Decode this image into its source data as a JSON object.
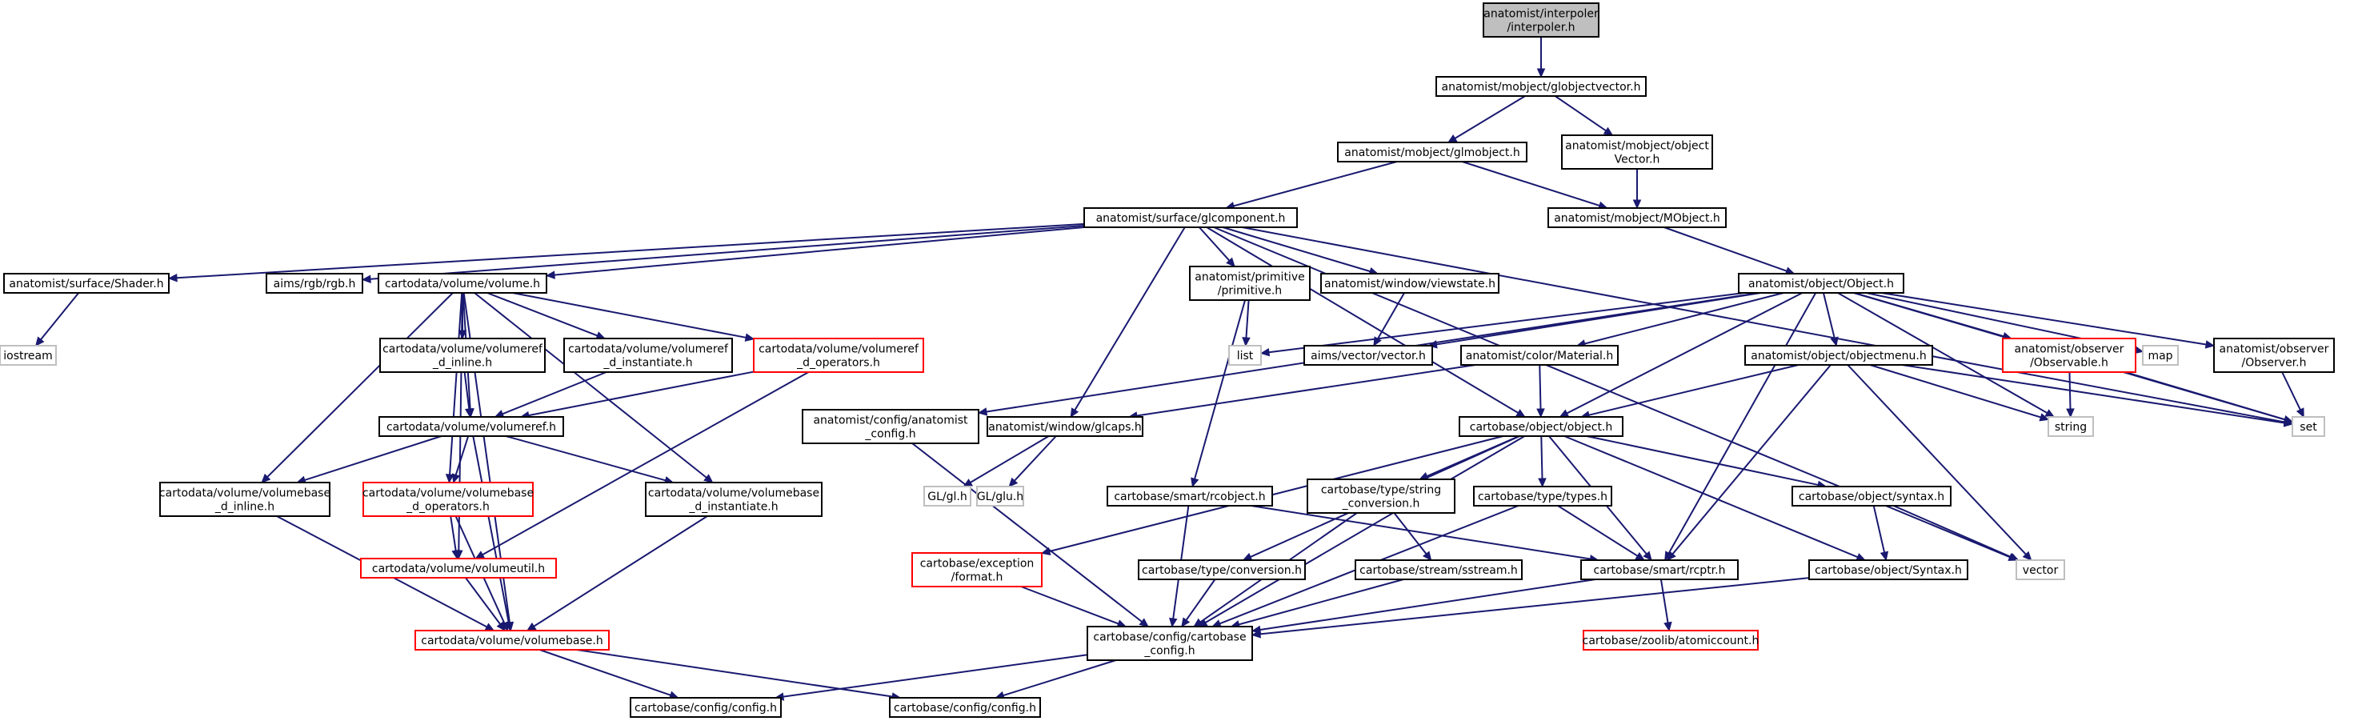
{
  "palette": {
    "edge": "#191970",
    "node_border": "#000000",
    "node_border_red": "#ff0000",
    "node_border_gray": "#bfbfbf",
    "root_fill": "#bfbfbf",
    "node_fill": "#ffffff",
    "text": "#000000"
  },
  "nodes": [
    {
      "id": "interpoler",
      "lines": [
        "anatomist/interpoler",
        "/interpoler.h"
      ],
      "style": "root"
    },
    {
      "id": "globjectvector",
      "lines": [
        "anatomist/mobject/globjectvector.h"
      ],
      "style": "normal"
    },
    {
      "id": "glmobject",
      "lines": [
        "anatomist/mobject/glmobject.h"
      ],
      "style": "normal"
    },
    {
      "id": "objectvector",
      "lines": [
        "anatomist/mobject/object",
        "Vector.h"
      ],
      "style": "normal"
    },
    {
      "id": "glcomponent",
      "lines": [
        "anatomist/surface/glcomponent.h"
      ],
      "style": "normal"
    },
    {
      "id": "mobject",
      "lines": [
        "anatomist/mobject/MObject.h"
      ],
      "style": "normal"
    },
    {
      "id": "shader",
      "lines": [
        "anatomist/surface/Shader.h"
      ],
      "style": "normal"
    },
    {
      "id": "rgb",
      "lines": [
        "aims/rgb/rgb.h"
      ],
      "style": "normal"
    },
    {
      "id": "volume",
      "lines": [
        "cartodata/volume/volume.h"
      ],
      "style": "normal"
    },
    {
      "id": "primitive",
      "lines": [
        "anatomist/primitive",
        "/primitive.h"
      ],
      "style": "normal"
    },
    {
      "id": "viewstate",
      "lines": [
        "anatomist/window/viewstate.h"
      ],
      "style": "normal"
    },
    {
      "id": "object_h",
      "lines": [
        "anatomist/object/Object.h"
      ],
      "style": "normal"
    },
    {
      "id": "iostream",
      "lines": [
        "iostream"
      ],
      "style": "gray"
    },
    {
      "id": "volumeref_inline",
      "lines": [
        "cartodata/volume/volumeref",
        "_d_inline.h"
      ],
      "style": "normal"
    },
    {
      "id": "volumeref_instantiate",
      "lines": [
        "cartodata/volume/volumeref",
        "_d_instantiate.h"
      ],
      "style": "normal"
    },
    {
      "id": "volumeref_operators",
      "lines": [
        "cartodata/volume/volumeref",
        "_d_operators.h"
      ],
      "style": "red"
    },
    {
      "id": "list",
      "lines": [
        "list"
      ],
      "style": "gray"
    },
    {
      "id": "vector_h",
      "lines": [
        "aims/vector/vector.h"
      ],
      "style": "normal"
    },
    {
      "id": "material",
      "lines": [
        "anatomist/color/Material.h"
      ],
      "style": "normal"
    },
    {
      "id": "objectmenu",
      "lines": [
        "anatomist/object/objectmenu.h"
      ],
      "style": "normal"
    },
    {
      "id": "observable",
      "lines": [
        "anatomist/observer",
        "/Observable.h"
      ],
      "style": "red"
    },
    {
      "id": "map",
      "lines": [
        "map"
      ],
      "style": "gray"
    },
    {
      "id": "observer",
      "lines": [
        "anatomist/observer",
        "/Observer.h"
      ],
      "style": "normal"
    },
    {
      "id": "volumeref",
      "lines": [
        "cartodata/volume/volumeref.h"
      ],
      "style": "normal"
    },
    {
      "id": "anatomist_config",
      "lines": [
        "anatomist/config/anatomist",
        "_config.h"
      ],
      "style": "normal"
    },
    {
      "id": "glcaps",
      "lines": [
        "anatomist/window/glcaps.h"
      ],
      "style": "normal"
    },
    {
      "id": "cb_object",
      "lines": [
        "cartobase/object/object.h"
      ],
      "style": "normal"
    },
    {
      "id": "string",
      "lines": [
        "string"
      ],
      "style": "gray"
    },
    {
      "id": "set",
      "lines": [
        "set"
      ],
      "style": "gray"
    },
    {
      "id": "volumebase_inline",
      "lines": [
        "cartodata/volume/volumebase",
        "_d_inline.h"
      ],
      "style": "normal"
    },
    {
      "id": "volumebase_operators",
      "lines": [
        "cartodata/volume/volumebase",
        "_d_operators.h"
      ],
      "style": "red"
    },
    {
      "id": "volumebase_instantiate",
      "lines": [
        "cartodata/volume/volumebase",
        "_d_instantiate.h"
      ],
      "style": "normal"
    },
    {
      "id": "gl",
      "lines": [
        "GL/gl.h"
      ],
      "style": "gray"
    },
    {
      "id": "glu",
      "lines": [
        "GL/glu.h"
      ],
      "style": "gray"
    },
    {
      "id": "rcobject",
      "lines": [
        "cartobase/smart/rcobject.h"
      ],
      "style": "normal"
    },
    {
      "id": "string_conversion",
      "lines": [
        "cartobase/type/string",
        "_conversion.h"
      ],
      "style": "normal"
    },
    {
      "id": "types",
      "lines": [
        "cartobase/type/types.h"
      ],
      "style": "normal"
    },
    {
      "id": "syntax_h",
      "lines": [
        "cartobase/object/syntax.h"
      ],
      "style": "normal"
    },
    {
      "id": "volumeutil",
      "lines": [
        "cartodata/volume/volumeutil.h"
      ],
      "style": "red"
    },
    {
      "id": "exception_format",
      "lines": [
        "cartobase/exception",
        "/format.h"
      ],
      "style": "red"
    },
    {
      "id": "conversion",
      "lines": [
        "cartobase/type/conversion.h"
      ],
      "style": "normal"
    },
    {
      "id": "sstream",
      "lines": [
        "cartobase/stream/sstream.h"
      ],
      "style": "normal"
    },
    {
      "id": "rcptr",
      "lines": [
        "cartobase/smart/rcptr.h"
      ],
      "style": "normal"
    },
    {
      "id": "syntax_H",
      "lines": [
        "cartobase/object/Syntax.h"
      ],
      "style": "normal"
    },
    {
      "id": "vector",
      "lines": [
        "vector"
      ],
      "style": "gray"
    },
    {
      "id": "volumebase",
      "lines": [
        "cartodata/volume/volumebase.h"
      ],
      "style": "red"
    },
    {
      "id": "cartobase_config",
      "lines": [
        "cartobase/config/cartobase",
        "_config.h"
      ],
      "style": "normal"
    },
    {
      "id": "atomiccount",
      "lines": [
        "cartobase/zoolib/atomiccount.h"
      ],
      "style": "red"
    },
    {
      "id": "config1",
      "lines": [
        "cartobase/config/config.h"
      ],
      "style": "normal"
    },
    {
      "id": "config2",
      "lines": [
        "cartobase/config/config.h"
      ],
      "style": "normal"
    }
  ],
  "edges": [
    [
      "interpoler",
      "globjectvector"
    ],
    [
      "globjectvector",
      "glmobject"
    ],
    [
      "globjectvector",
      "objectvector"
    ],
    [
      "glmobject",
      "glcomponent"
    ],
    [
      "glmobject",
      "mobject"
    ],
    [
      "objectvector",
      "mobject"
    ],
    [
      "glcomponent",
      "shader"
    ],
    [
      "glcomponent",
      "rgb"
    ],
    [
      "glcomponent",
      "volume"
    ],
    [
      "glcomponent",
      "primitive"
    ],
    [
      "glcomponent",
      "viewstate"
    ],
    [
      "glcomponent",
      "glcaps"
    ],
    [
      "glcomponent",
      "cb_object"
    ],
    [
      "glcomponent",
      "vector"
    ],
    [
      "glcomponent",
      "set"
    ],
    [
      "mobject",
      "object_h"
    ],
    [
      "shader",
      "iostream"
    ],
    [
      "volume",
      "volumeref_inline"
    ],
    [
      "volume",
      "volumeref_instantiate"
    ],
    [
      "volume",
      "volumeref_operators"
    ],
    [
      "volume",
      "volumeref"
    ],
    [
      "volume",
      "volumebase_inline"
    ],
    [
      "volume",
      "volumebase_operators"
    ],
    [
      "volume",
      "volumebase_instantiate"
    ],
    [
      "volume",
      "volumeutil"
    ],
    [
      "volume",
      "volumebase"
    ],
    [
      "primitive",
      "list"
    ],
    [
      "primitive",
      "rcobject"
    ],
    [
      "viewstate",
      "vector_h"
    ],
    [
      "object_h",
      "list"
    ],
    [
      "object_h",
      "vector_h"
    ],
    [
      "object_h",
      "material"
    ],
    [
      "object_h",
      "objectmenu"
    ],
    [
      "object_h",
      "observable"
    ],
    [
      "object_h",
      "map"
    ],
    [
      "object_h",
      "observer"
    ],
    [
      "object_h",
      "anatomist_config"
    ],
    [
      "object_h",
      "cb_object"
    ],
    [
      "object_h",
      "rcptr"
    ],
    [
      "object_h",
      "string"
    ],
    [
      "object_h",
      "set"
    ],
    [
      "volumeref_inline",
      "volumeref"
    ],
    [
      "volumeref_instantiate",
      "volumeref"
    ],
    [
      "volumeref_operators",
      "volumeref"
    ],
    [
      "volumeref_operators",
      "volumeutil"
    ],
    [
      "material",
      "glcaps"
    ],
    [
      "material",
      "cb_object"
    ],
    [
      "objectmenu",
      "cb_object"
    ],
    [
      "objectmenu",
      "rcptr"
    ],
    [
      "objectmenu",
      "string"
    ],
    [
      "objectmenu",
      "set"
    ],
    [
      "objectmenu",
      "vector"
    ],
    [
      "observable",
      "string"
    ],
    [
      "observable",
      "set"
    ],
    [
      "observer",
      "set"
    ],
    [
      "volumeref",
      "volumebase_inline"
    ],
    [
      "volumeref",
      "volumebase_operators"
    ],
    [
      "volumeref",
      "volumebase_instantiate"
    ],
    [
      "volumeref",
      "volumebase"
    ],
    [
      "anatomist_config",
      "cartobase_config"
    ],
    [
      "glcaps",
      "gl"
    ],
    [
      "glcaps",
      "glu"
    ],
    [
      "cb_object",
      "exception_format"
    ],
    [
      "cb_object",
      "conversion"
    ],
    [
      "cb_object",
      "string_conversion"
    ],
    [
      "cb_object",
      "types"
    ],
    [
      "cb_object",
      "syntax_h"
    ],
    [
      "cb_object",
      "rcptr"
    ],
    [
      "cb_object",
      "syntax_H"
    ],
    [
      "cb_object",
      "cartobase_config"
    ],
    [
      "volumebase_inline",
      "volumebase"
    ],
    [
      "volumebase_operators",
      "volumeutil"
    ],
    [
      "volumebase_operators",
      "volumebase"
    ],
    [
      "volumebase_instantiate",
      "volumebase"
    ],
    [
      "rcobject",
      "rcptr"
    ],
    [
      "rcobject",
      "cartobase_config"
    ],
    [
      "string_conversion",
      "sstream"
    ],
    [
      "string_conversion",
      "cartobase_config"
    ],
    [
      "types",
      "rcptr"
    ],
    [
      "types",
      "cartobase_config"
    ],
    [
      "syntax_h",
      "syntax_H"
    ],
    [
      "syntax_h",
      "vector"
    ],
    [
      "volumeutil",
      "volumebase"
    ],
    [
      "exception_format",
      "cartobase_config"
    ],
    [
      "conversion",
      "cartobase_config"
    ],
    [
      "sstream",
      "cartobase_config"
    ],
    [
      "rcptr",
      "cartobase_config"
    ],
    [
      "rcptr",
      "atomiccount"
    ],
    [
      "syntax_H",
      "cartobase_config"
    ],
    [
      "volumebase",
      "config1"
    ],
    [
      "volumebase",
      "config2"
    ],
    [
      "cartobase_config",
      "config1"
    ],
    [
      "cartobase_config",
      "config2"
    ]
  ]
}
